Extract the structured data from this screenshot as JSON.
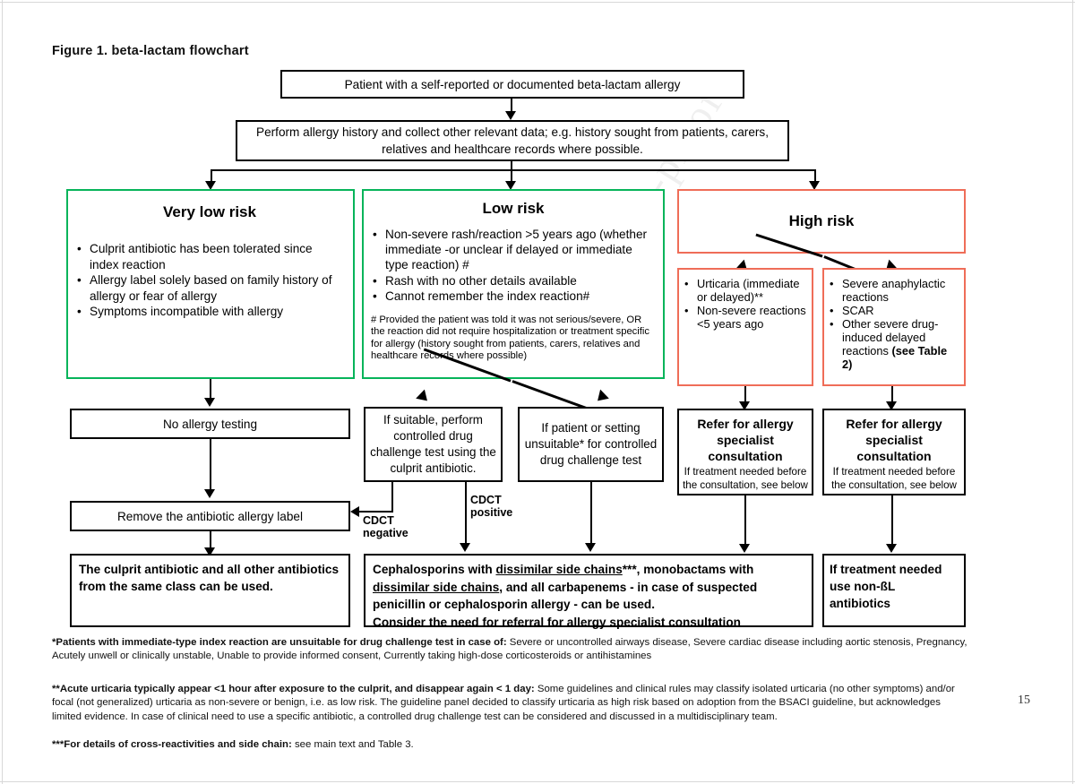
{
  "figure": {
    "title": "Figure 1. beta-lactam flowchart",
    "page_number": "15",
    "watermark": "Journal Pre-proof"
  },
  "colors": {
    "green": "#07b45a",
    "red": "#ef6d58",
    "black": "#000000"
  },
  "nodes": {
    "patient": "Patient with a self-reported or documented beta-lactam allergy",
    "history": "Perform allergy history and collect other relevant data; e.g. history sought from patients, carers, relatives and healthcare records where possible.",
    "very_low_risk": {
      "heading": "Very low risk",
      "bullets": [
        "Culprit antibiotic has been tolerated since index reaction",
        "Allergy label solely based on family history of allergy or fear of allergy",
        "Symptoms incompatible with allergy"
      ]
    },
    "low_risk": {
      "heading": "Low risk",
      "bullets": [
        "Non-severe rash/reaction >5 years ago (whether immediate -or unclear if delayed or immediate type reaction) #",
        "Rash with no other details available",
        "Cannot remember the index reaction#"
      ],
      "note": "# Provided the patient was told it was not serious/severe, OR the reaction did not require hospitalization or treatment specific for allergy (history sought from patients, carers, relatives and healthcare records where possible)"
    },
    "high_risk": {
      "heading": "High risk",
      "left_bullets": [
        "Urticaria (immediate or delayed)**",
        "Non-severe reactions <5 years ago"
      ],
      "right_bullets": [
        "Severe anaphylactic reactions",
        "SCAR",
        "Other severe drug-induced delayed reactions"
      ],
      "right_bold_tail": "(see Table 2)"
    },
    "no_allergy_testing": "No allergy testing",
    "remove_label": "Remove the antibiotic allergy label",
    "cdct_perform": "If suitable, perform controlled drug challenge test using the culprit antibiotic.",
    "cdct_unsuitable": "If patient or setting unsuitable* for controlled drug challenge test",
    "refer_left": {
      "heading": "Refer for allergy specialist consultation",
      "sub": "If treatment needed before the consultation, see below"
    },
    "refer_right": {
      "heading": "Refer for allergy specialist consultation",
      "sub": "If treatment needed before the consultation, see below"
    },
    "outcome_left": "The culprit antibiotic and all other antibiotics from the same class can be used.",
    "outcome_mid": {
      "line1_a": "Cephalosporins with ",
      "line1_u": "dissimilar side chains",
      "line1_b": "***, monobactams with",
      "line2_u": "dissimilar side chains",
      "line2_b": ", and all carbapenems - in case of suspected",
      "line3": "penicillin or cephalosporin allergy - can be used.",
      "line4": "Consider the need for referral for allergy specialist consultation"
    },
    "outcome_right": "If treatment needed use non-ßL antibiotics"
  },
  "edge_labels": {
    "cdct_negative": "CDCT negative",
    "cdct_positive": "CDCT positive"
  },
  "footnotes": [
    {
      "bold": "*Patients with immediate-type index reaction are unsuitable for drug challenge test in case of:",
      "rest": " Severe or uncontrolled airways disease, Severe cardiac disease including aortic stenosis, Pregnancy, Acutely unwell or clinically unstable, Unable to provide informed consent, Currently taking high-dose corticosteroids or antihistamines"
    },
    {
      "bold": "**Acute urticaria typically appear <1 hour after exposure to the culprit, and disappear again < 1 day:",
      "rest": " Some guidelines and clinical rules may classify isolated urticaria (no other symptoms) and/or focal (not generalized) urticaria as non-severe or benign, i.e. as low risk. The guideline panel decided to classify urticaria as high risk based on adoption from the BSACI guideline, but acknowledges limited evidence. In case of clinical need to use a specific antibiotic, a controlled drug challenge test can be considered and discussed in a multidisciplinary team."
    },
    {
      "bold": "***For details of cross-reactivities and side chain:",
      "rest": "  see main text and Table 3."
    }
  ]
}
